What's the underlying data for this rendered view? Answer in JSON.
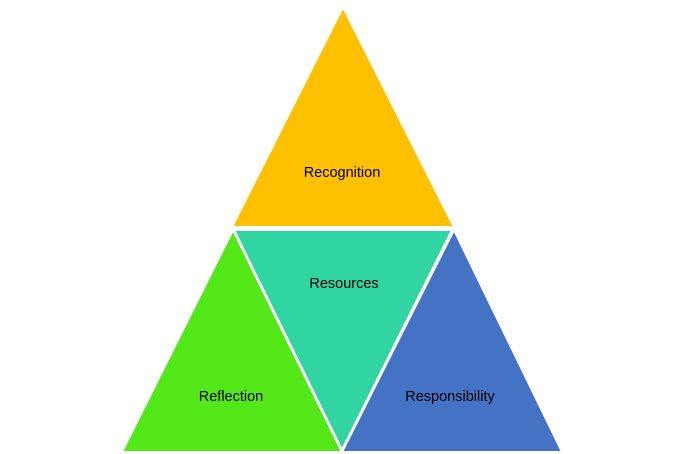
{
  "segments": {
    "top": {
      "label": "Recognition",
      "color": "#FFC000"
    },
    "middle": {
      "label": "Resources",
      "color": "#30D5A2"
    },
    "left": {
      "label": "Reflection",
      "color": "#55E819"
    },
    "right": {
      "label": "Responsibility",
      "color": "#4472C4"
    }
  }
}
